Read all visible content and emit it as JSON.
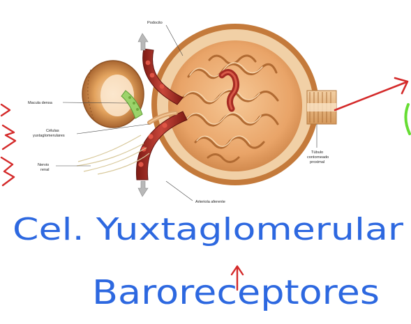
{
  "diagram": {
    "labels": {
      "podocito": "Podocito",
      "macula_densa": "Macula densa",
      "celulas_yuxta_1": "Células",
      "celulas_yuxta_2": "yuxtaglomerulares",
      "nervio_renal_1": "Nervio",
      "nervio_renal_2": "renal",
      "arteriola_aferente": "Arteriola aferente",
      "tubulo_1": "Túbulo",
      "tubulo_2": "contorneado",
      "tubulo_3": "proximal"
    }
  },
  "handwriting": {
    "line1": "Cel. Yuxtaglomerular",
    "line2": "Baroreceptores"
  },
  "colors": {
    "ink_blue": "#2d68e0",
    "ink_red": "#d42a2a",
    "ink_green": "#66dd33",
    "glomerulus": "#e8a868",
    "vessel_red": "#b8322a"
  }
}
